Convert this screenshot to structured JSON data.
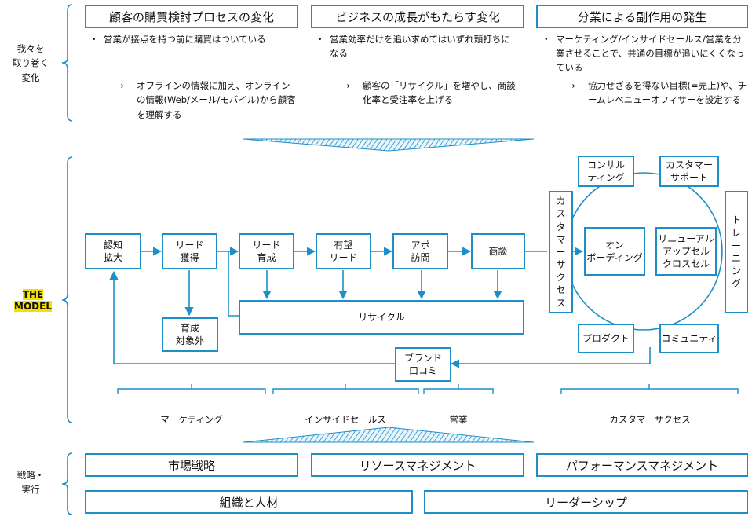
{
  "changes": {
    "side_label": "我々を\n取り巻く\n変化",
    "columns": [
      {
        "title": "顧客の購買検討プロセスの変化",
        "bullet": "営業が接点を持つ前に購買はついている",
        "result": "オフラインの情報に加え、オンラインの情報(Web/メール/モバイル)から顧客を理解する"
      },
      {
        "title": "ビジネスの成長がもたらす変化",
        "bullet": "営業効率だけを追い求めてはいずれ頭打ちになる",
        "result": "顧客の「リサイクル」を増やし、商談化率と受注率を上げる"
      },
      {
        "title": "分業による副作用の発生",
        "bullet": "マーケティング/インサイドセールス/営業を分業させることで、共通の目標が追いにくくなっている",
        "result": "協力せざるを得ない目標(=売上)や、チームレベニューオフィサーを設定する"
      }
    ],
    "bullet_mark": "・",
    "arrow_mark": "→"
  },
  "model": {
    "side_label": "THE\nMODEL",
    "flow": [
      {
        "label": "認知\n拡大"
      },
      {
        "label": "リード\n獲得"
      },
      {
        "label": "リード\n育成"
      },
      {
        "label": "有望\nリード"
      },
      {
        "label": "アポ\n訪問"
      },
      {
        "label": "商談"
      }
    ],
    "non_target": "育成\n対象外",
    "recycle": "リサイクル",
    "brand": "ブランド\n口コミ",
    "customer_success_vertical": "カスタマーサクセス",
    "training_vertical": "トレーニング",
    "consulting": "コンサル\nティング",
    "customer_support": "カスタマー\nサポート",
    "onboarding": "オン\nボーディング",
    "renewal": "リニューアル\nアップセル\nクロスセル",
    "product": "プロダクト",
    "community": "コミュニティ",
    "groups": [
      "マーケティング",
      "インサイドセールス",
      "営業",
      "カスタマーサクセス"
    ]
  },
  "strategy": {
    "side_label": "戦略・\n実行",
    "row1": [
      "市場戦略",
      "リソースマネジメント",
      "パフォーマンスマネジメント"
    ],
    "row2": [
      "組織と人材",
      "リーダーシップ"
    ]
  },
  "colors": {
    "accent": "#1e8fc6",
    "highlight": "#f5e000",
    "text": "#111111"
  }
}
